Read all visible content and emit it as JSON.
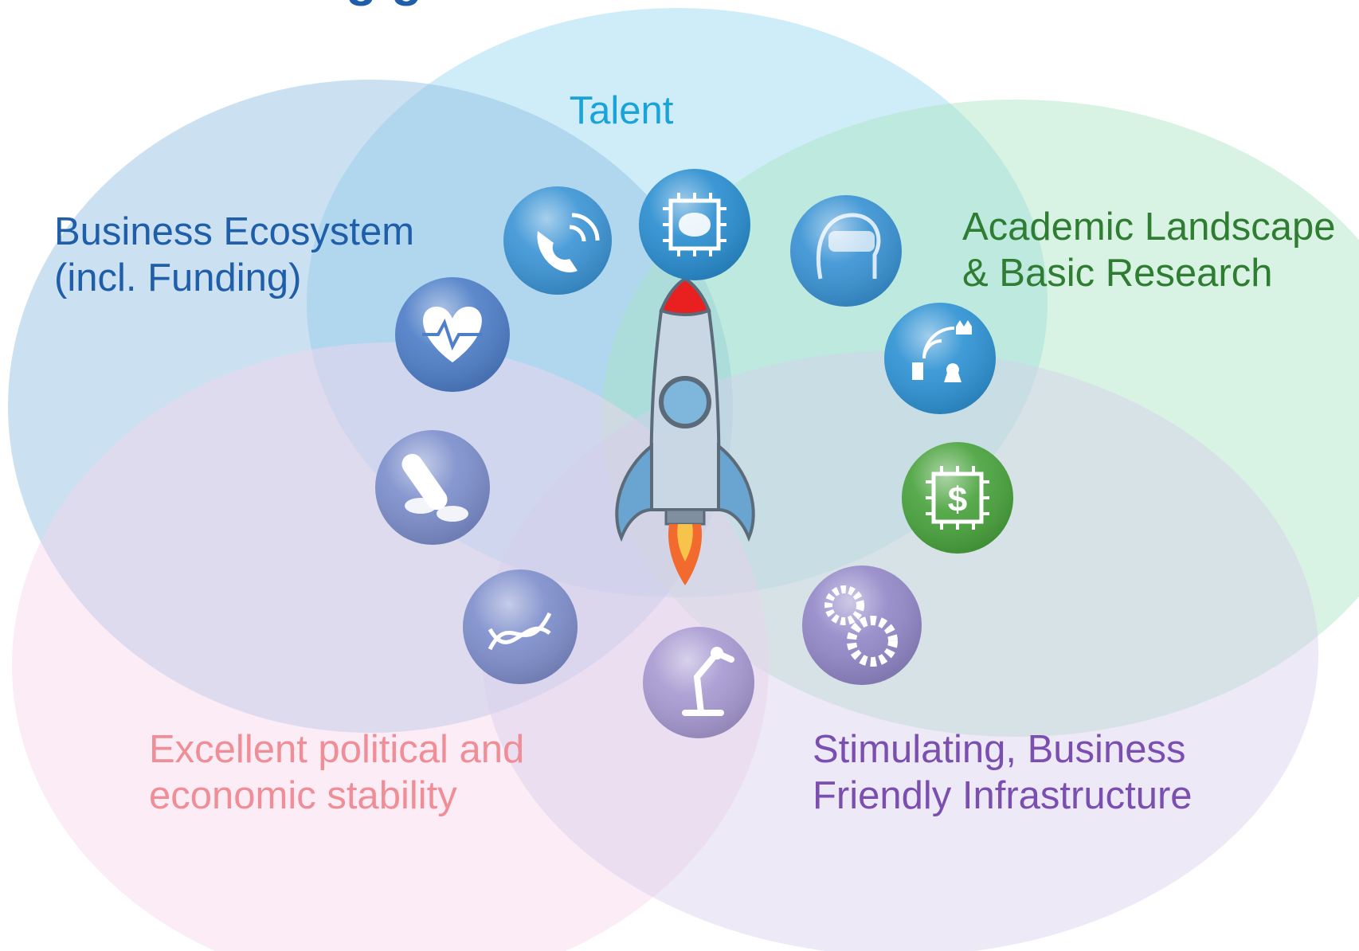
{
  "diagram": {
    "header_fragment": "ng  g",
    "circles": [
      {
        "id": "talent",
        "label_lines": [
          "Talent"
        ],
        "fill": "#9fdcf2",
        "text_color": "#1aa3d8"
      },
      {
        "id": "business",
        "label_lines": [
          "Business Ecosystem",
          "(incl. Funding)"
        ],
        "fill": "#8cbde3",
        "text_color": "#1f5ea8"
      },
      {
        "id": "academic",
        "label_lines": [
          "Academic Landscape",
          "& Basic Research"
        ],
        "fill": "#a8e4c2",
        "text_color": "#2f7d32"
      },
      {
        "id": "political",
        "label_lines": [
          "Excellent political and",
          "economic stability"
        ],
        "fill": "#f6d5ec",
        "text_color": "#ef8e96"
      },
      {
        "id": "stim",
        "label_lines": [
          "Stimulating, Business",
          "Friendly Infrastructure"
        ],
        "fill": "#d6cfeb",
        "text_color": "#7b4fb0"
      }
    ],
    "center_icon": "rocket-icon",
    "icons": [
      {
        "name": "chip-brain-icon",
        "color": "#2b8ed0"
      },
      {
        "name": "phone-signal-icon",
        "color": "#3d95d6"
      },
      {
        "name": "vr-head-icon",
        "color": "#3a93d4"
      },
      {
        "name": "heart-pulse-icon",
        "color": "#4f7fc8"
      },
      {
        "name": "wireless-chess-icon",
        "color": "#3093d4"
      },
      {
        "name": "pill-icon",
        "color": "#7d8fcc"
      },
      {
        "name": "dollar-chip-icon",
        "color": "#4aa33e"
      },
      {
        "name": "dna-icon",
        "color": "#7f8fcc"
      },
      {
        "name": "robot-arm-icon",
        "color": "#a89ad2"
      },
      {
        "name": "gears-icon",
        "color": "#9388c8"
      }
    ]
  }
}
